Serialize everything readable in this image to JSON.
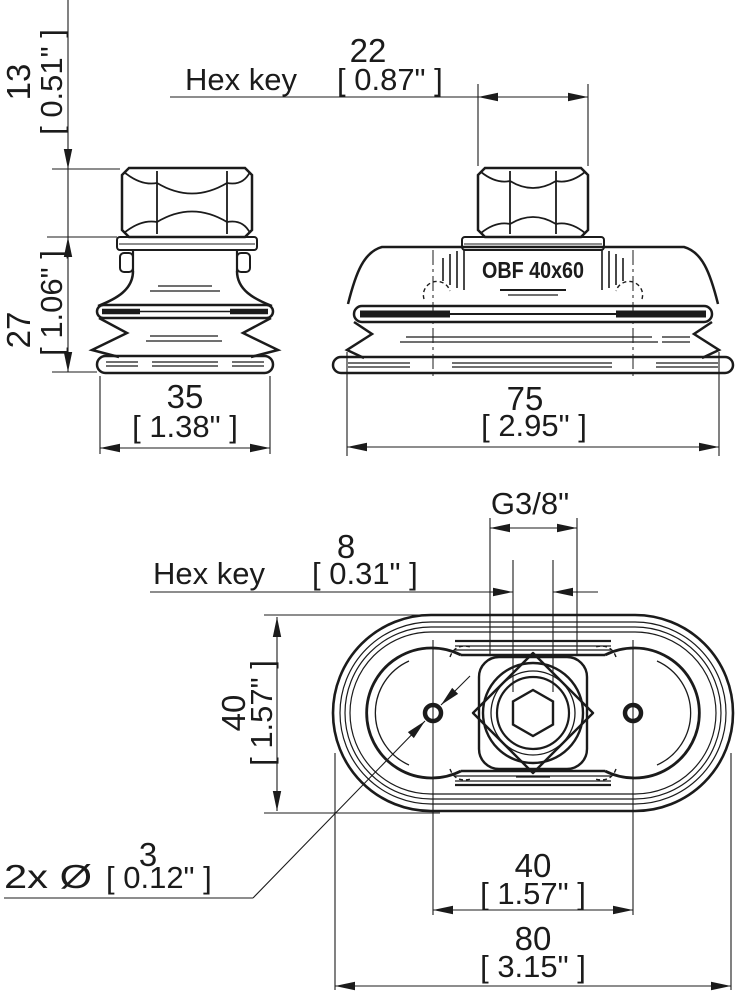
{
  "drawing": {
    "part_marking": "OBF 40x60",
    "labels": {
      "hex_key": "Hex key",
      "holes_prefix": "2x Ø"
    },
    "side_views": {
      "nut_height_mm": "13",
      "nut_height_in": "[ 0.51\" ]",
      "cup_height_mm": "27",
      "cup_height_in": "[ 1.06\" ]",
      "small_width_mm": "35",
      "small_width_in": "[ 1.38\" ]",
      "hex_key_mm": "22",
      "hex_key_in": "[ 0.87\" ]",
      "large_width_mm": "75",
      "large_width_in": "[ 2.95\" ]"
    },
    "bottom_view": {
      "thread": "G3/8\"",
      "hex_key_mm": "8",
      "hex_key_in": "[ 0.31\" ]",
      "height_mm": "40",
      "height_in": "[ 1.57\" ]",
      "hole_dia_mm": "3",
      "hole_dia_in": "[ 0.12\" ]",
      "hole_spacing_mm": "40",
      "hole_spacing_in": "[ 1.57\" ]",
      "length_mm": "80",
      "length_in": "[ 3.15\" ]"
    }
  }
}
